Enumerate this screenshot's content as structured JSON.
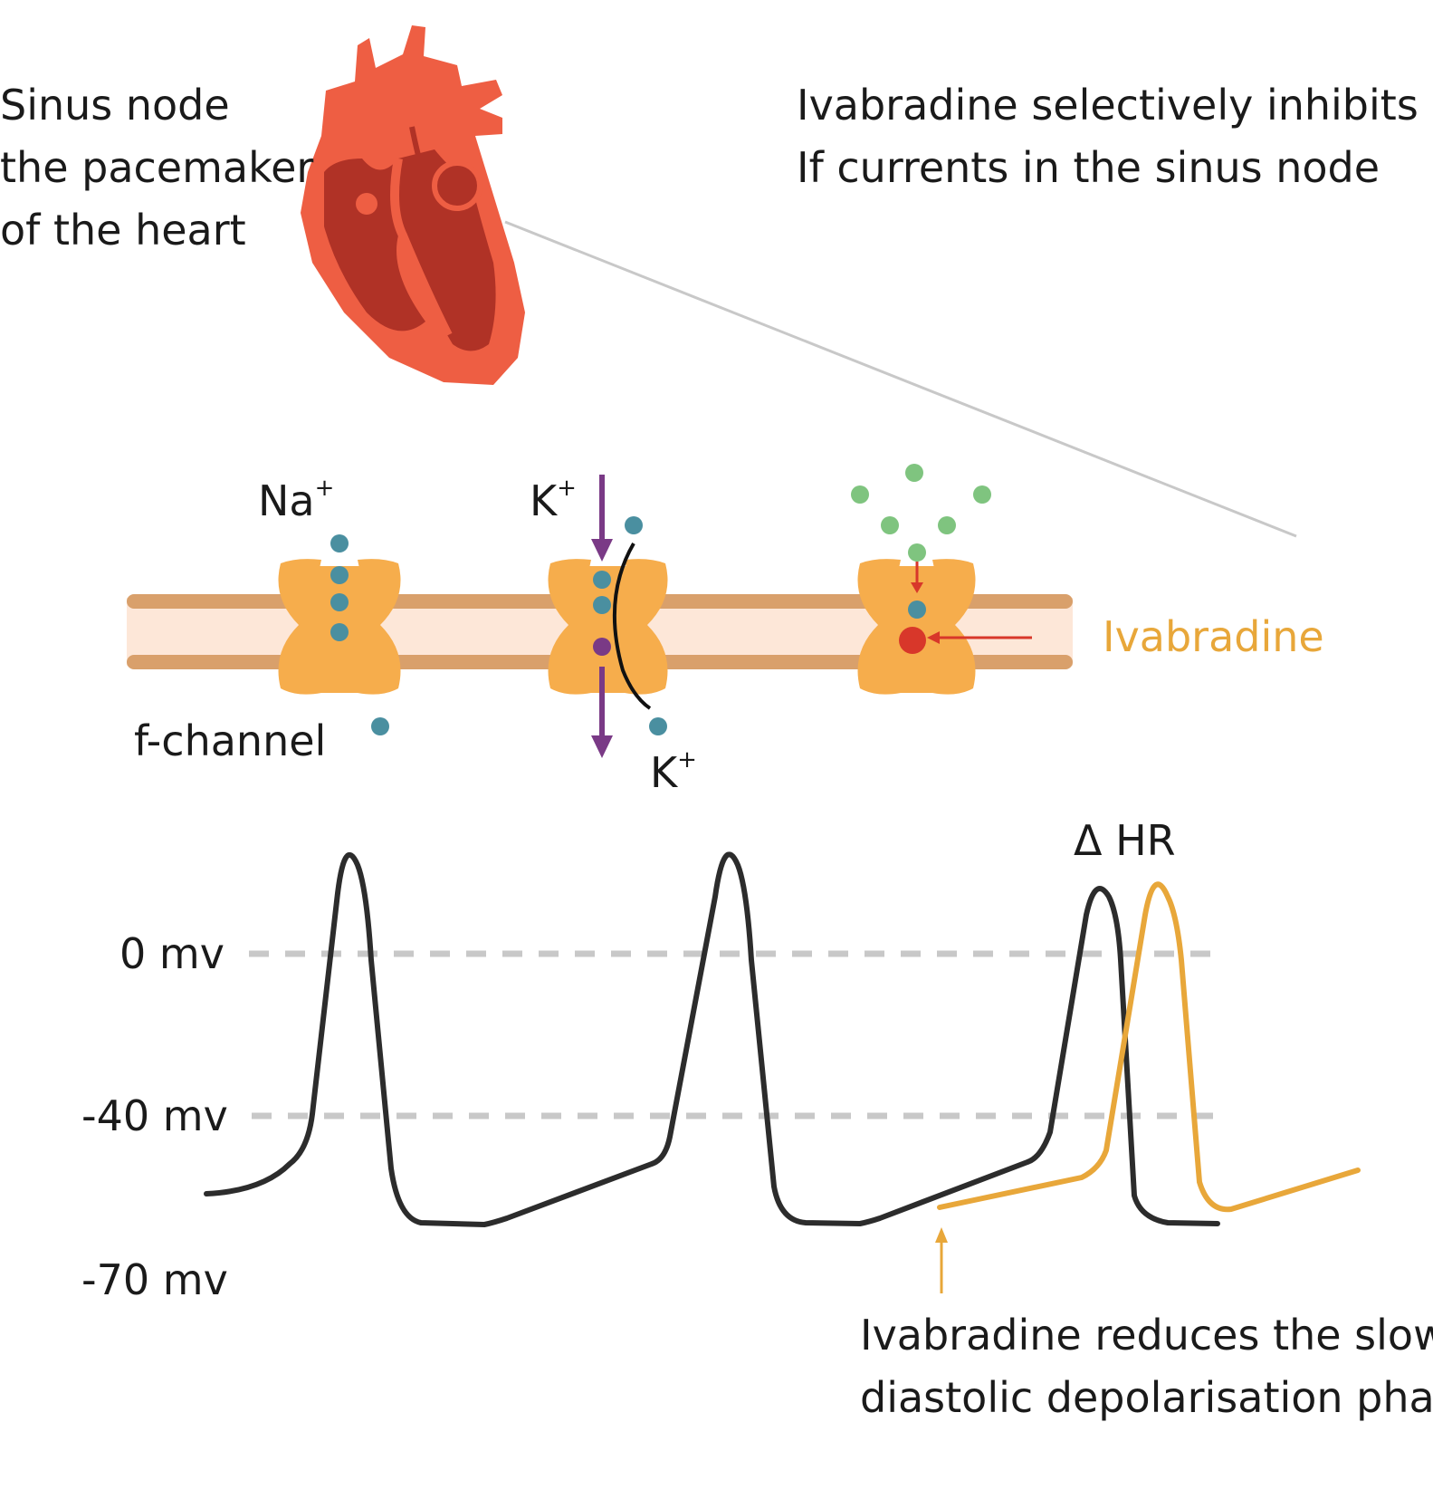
{
  "title_left": [
    "Sinus node",
    "the pacemaker",
    "of the heart"
  ],
  "title_right": [
    "Ivabradine selectively inhibits",
    "If currents in the sinus node"
  ],
  "labels": {
    "na": "Na",
    "na_sup": "+",
    "k_top": "K",
    "k_top_sup": "+",
    "k_bottom": "K",
    "k_bottom_sup": "+",
    "f_channel": "f-channel",
    "ivabradine": "Ivabradine",
    "delta_hr": "Δ HR"
  },
  "voltage_axis": [
    "0 mv",
    "-40 mv",
    "-70 mv"
  ],
  "bottom_note": [
    "Ivabradine reduces the slow",
    "diastolic depolarisation phase"
  ],
  "colors": {
    "heart_outer": "#ee5e43",
    "heart_inner": "#b03226",
    "membrane_band": "#d9a06b",
    "membrane_fill": "#fde7d8",
    "channel": "#f6ad4c",
    "ion_teal": "#4a8fa0",
    "ion_green": "#7fc47f",
    "ion_purple": "#7a3a86",
    "drug_red": "#d8372a",
    "ivabradine_orange": "#e8a73a",
    "trace_black": "#2c2c2c",
    "gridline_gray": "#c8c8c8"
  }
}
